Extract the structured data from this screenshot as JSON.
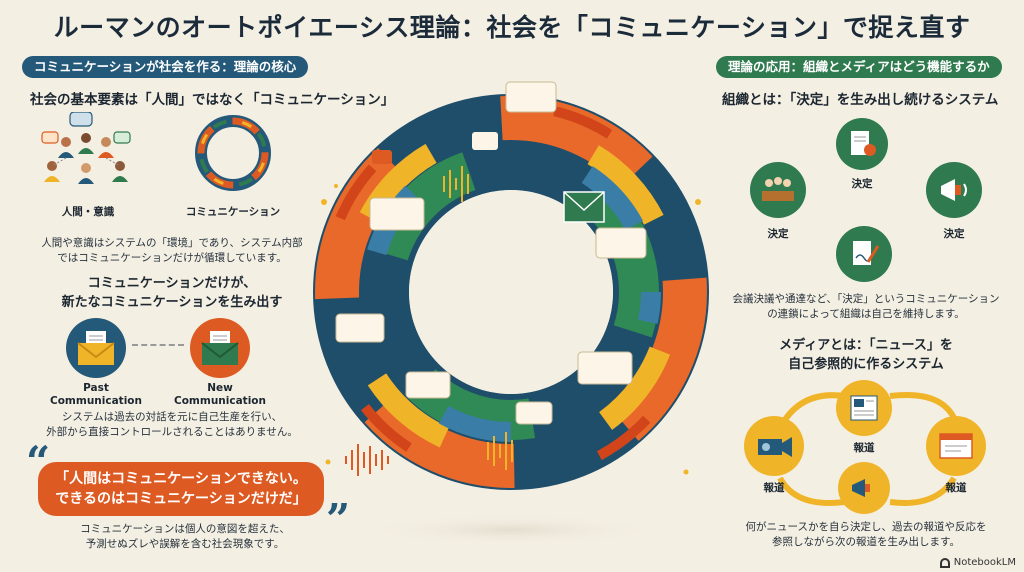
{
  "title": "ルーマンのオートポイエーシス理論：社会を「コミュニケーション」で捉え直す",
  "left": {
    "pill": "コミュニケーションが社会を作る：理論の核心",
    "heading1": "社会の基本要素は「人間」ではなく「コミュニケーション」",
    "label_people": "人間・意識",
    "label_comm": "コミュニケーション",
    "desc1_line1": "人間や意識はシステムの「環境」であり、システム内部",
    "desc1_line2": "ではコミュニケーションだけが循環しています。",
    "heading2_line1": "コミュニケーションだけが、",
    "heading2_line2": "新たなコミュニケーションを生み出す",
    "label_past_1": "Past",
    "label_past_2": "Communication",
    "label_new_1": "New",
    "label_new_2": "Communication",
    "desc2_line1": "システムは過去の対話を元に自己生産を行い、",
    "desc2_line2": "外部から直接コントロールされることはありません。",
    "quote_line1": "「人間はコミュニケーションできない。",
    "quote_line2": "できるのはコミュニケーションだけだ」",
    "quote_open": "“",
    "quote_close": "”",
    "desc3_line1": "コミュニケーションは個人の意図を超えた、",
    "desc3_line2": "予測せぬズレや誤解を含む社会現象です。"
  },
  "right": {
    "pill": "理論の応用：組織とメディアはどう機能するか",
    "heading1": "組織とは：「決定」を生み出し続けるシステム",
    "decision_top": "決定",
    "decision_left": "決定",
    "decision_right": "決定",
    "desc1_line1": "会議決議や通達など、「決定」というコミュニケーション",
    "desc1_line2": "の連鎖によって組織は自己を維持します。",
    "heading2_line1": "メディアとは：「ニュース」を",
    "heading2_line2": "自己参照的に作るシステム",
    "report_top": "報道",
    "report_left": "報道",
    "report_right": "報道",
    "desc2_line1": "何がニュースかを自ら決定し、過去の報道や反応を",
    "desc2_line2": "参照しながら次の報道を生み出します。"
  },
  "footer": "NotebookLM",
  "colors": {
    "background": "#f4efe3",
    "blue": "#25597a",
    "green": "#2f7a4e",
    "orange": "#dd5b23",
    "yellow": "#f0b429"
  }
}
